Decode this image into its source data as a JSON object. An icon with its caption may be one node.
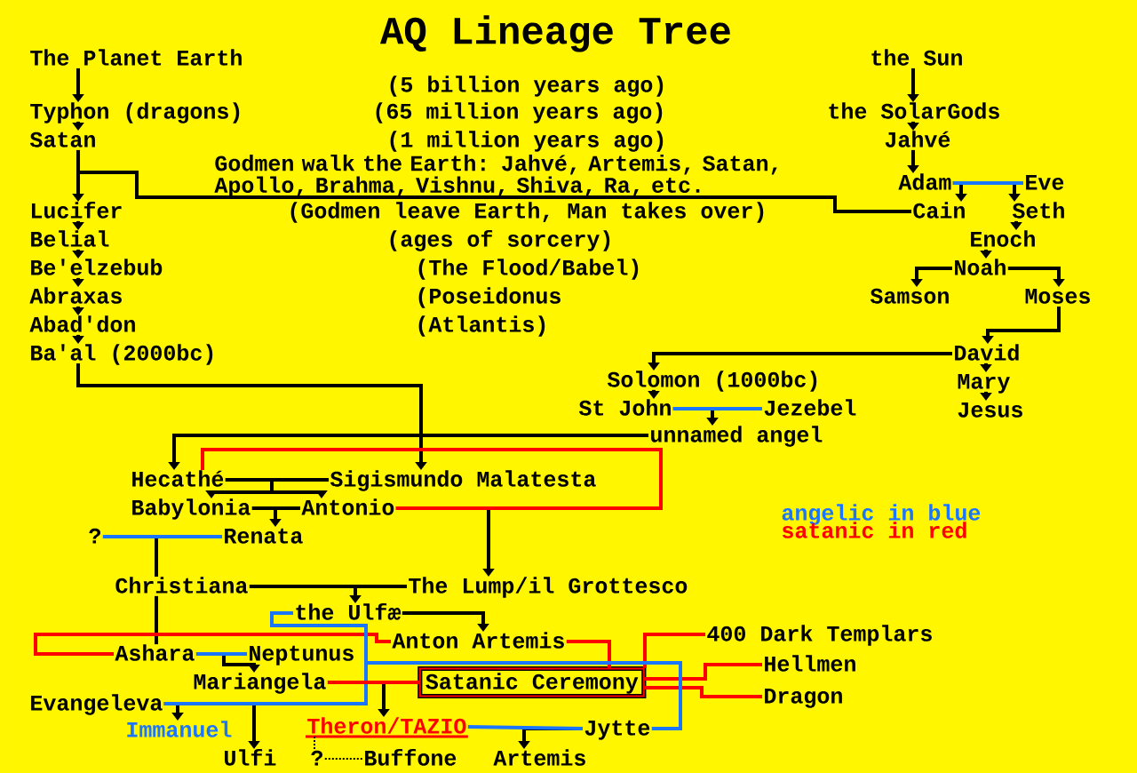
{
  "diagram": {
    "title": "AQ Lineage Tree",
    "nodes": [
      {
        "text": [
          "The Planet Earth"
        ]
      },
      {
        "text": [
          "Typhon (dragons)"
        ]
      },
      {
        "text": [
          "Satan"
        ]
      },
      {
        "text": [
          "Lucifer"
        ]
      },
      {
        "text": [
          "Belial"
        ]
      },
      {
        "text": [
          "Be'elzebub"
        ]
      },
      {
        "text": [
          "Abraxas"
        ]
      },
      {
        "text": [
          "Abad'don"
        ]
      },
      {
        "text": [
          "Ba'al (2000bc)"
        ]
      },
      {
        "text": [
          "the Sun"
        ]
      },
      {
        "text": [
          "the SolarGods"
        ]
      },
      {
        "text": [
          "Jahvé"
        ]
      },
      {
        "text": [
          "Adam"
        ]
      },
      {
        "text": [
          "Eve"
        ]
      },
      {
        "text": [
          "Cain"
        ]
      },
      {
        "text": [
          "Seth"
        ]
      },
      {
        "text": [
          "Enoch"
        ]
      },
      {
        "text": [
          "Noah"
        ]
      },
      {
        "text": [
          "Samson"
        ]
      },
      {
        "text": [
          "Moses"
        ]
      },
      {
        "text": [
          "David"
        ]
      },
      {
        "text": [
          "Mary"
        ]
      },
      {
        "text": [
          "Jesus"
        ]
      },
      {
        "text": [
          "Solomon (1000bc)"
        ]
      },
      {
        "text": [
          "St John"
        ]
      },
      {
        "text": [
          "Jezebel"
        ]
      },
      {
        "text": [
          "unnamed angel"
        ]
      },
      {
        "text": [
          "Hecathé"
        ]
      },
      {
        "text": [
          "Sigismundo Malatesta"
        ]
      },
      {
        "text": [
          "Babylonia"
        ]
      },
      {
        "text": [
          "Antonio"
        ]
      },
      {
        "text": [
          "?"
        ]
      },
      {
        "text": [
          "Renata"
        ]
      },
      {
        "text": [
          "Christiana"
        ]
      },
      {
        "text": [
          "The Lump/il Grottesco"
        ]
      },
      {
        "text": [
          "the Ulfæ"
        ]
      },
      {
        "text": [
          "Anton Artemis"
        ]
      },
      {
        "text": [
          "400 Dark Templars"
        ]
      },
      {
        "text": [
          "Ashara"
        ]
      },
      {
        "text": [
          "Neptunus"
        ]
      },
      {
        "text": [
          "Mariangela"
        ]
      },
      {
        "text": [
          "Satanic Ceremony"
        ]
      },
      {
        "text": [
          "Hellmen"
        ]
      },
      {
        "text": [
          "Evangeleva"
        ]
      },
      {
        "text": [
          "Dragon"
        ]
      },
      {
        "text": [
          "Immanuel"
        ]
      },
      {
        "text": [
          "Theron/TAZIO"
        ]
      },
      {
        "text": [
          "Jytte"
        ]
      },
      {
        "text": [
          "Ulfi"
        ]
      },
      {
        "text": [
          "?"
        ]
      },
      {
        "text": [
          "Buffone"
        ]
      },
      {
        "text": [
          "Artemis"
        ]
      }
    ],
    "edges": [
      {
        "from": 0,
        "to": 1,
        "arrow": "to"
      },
      {
        "from": 1,
        "to": 2,
        "arrow": "to"
      },
      {
        "from": 2,
        "to": 3,
        "arrow": "to"
      },
      {
        "from": 2,
        "to": 14,
        "arrow": "none"
      },
      {
        "from": 3,
        "to": 4,
        "arrow": "to"
      },
      {
        "from": 4,
        "to": 5,
        "arrow": "to"
      },
      {
        "from": 5,
        "to": 6,
        "arrow": "to"
      },
      {
        "from": 6,
        "to": 7,
        "arrow": "to"
      },
      {
        "from": 7,
        "to": 8,
        "arrow": "to"
      },
      {
        "from": 8,
        "to": 28,
        "arrow": "to"
      },
      {
        "from": 9,
        "to": 10,
        "arrow": "to"
      },
      {
        "from": 10,
        "to": 11,
        "arrow": "to"
      },
      {
        "from": 11,
        "to": 12,
        "arrow": "to"
      },
      {
        "from": 12,
        "to": 13,
        "arrow": "none",
        "color": "#1a75ff"
      },
      {
        "from": 12,
        "to": 14,
        "arrow": "to"
      },
      {
        "from": 13,
        "to": 15,
        "arrow": "to"
      },
      {
        "from": 15,
        "to": 16,
        "arrow": "to"
      },
      {
        "from": 16,
        "to": 17,
        "arrow": "to"
      },
      {
        "from": 17,
        "to": 18,
        "arrow": "to"
      },
      {
        "from": 17,
        "to": 19,
        "arrow": "to"
      },
      {
        "from": 19,
        "to": 20,
        "arrow": "to"
      },
      {
        "from": 20,
        "to": 21,
        "arrow": "to"
      },
      {
        "from": 21,
        "to": 22,
        "arrow": "to"
      },
      {
        "from": 20,
        "to": 23,
        "arrow": "to"
      },
      {
        "from": 23,
        "to": 24,
        "arrow": "to"
      },
      {
        "from": 24,
        "to": 25,
        "arrow": "none",
        "color": "#1a75ff"
      },
      {
        "from": 24,
        "to": 26,
        "arrow": "to"
      },
      {
        "from": 26,
        "to": 27,
        "arrow": "to"
      },
      {
        "from": 27,
        "to": 30,
        "arrow": "none",
        "color": "#ff0000"
      },
      {
        "from": 27,
        "to": 28,
        "arrow": "none"
      },
      {
        "from": 27,
        "to": 29,
        "arrow": "to"
      },
      {
        "from": 28,
        "to": 30,
        "arrow": "to"
      },
      {
        "from": 29,
        "to": 30,
        "arrow": "none"
      },
      {
        "from": 29,
        "to": 32,
        "arrow": "to"
      },
      {
        "from": 31,
        "to": 32,
        "arrow": "none",
        "color": "#1a75ff"
      },
      {
        "from": 32,
        "to": 33,
        "arrow": "none"
      },
      {
        "from": 30,
        "to": 34,
        "arrow": "to"
      },
      {
        "from": 33,
        "to": 34,
        "arrow": "none"
      },
      {
        "from": 34,
        "to": 35,
        "arrow": "to"
      },
      {
        "from": 33,
        "to": 38,
        "arrow": "none"
      },
      {
        "from": 38,
        "to": 39,
        "arrow": "none",
        "color": "#1a75ff"
      },
      {
        "from": 39,
        "to": 40,
        "arrow": "to"
      },
      {
        "from": 38,
        "to": 36,
        "arrow": "none",
        "color": "#ff0000"
      },
      {
        "from": 35,
        "to": 36,
        "arrow": "to"
      },
      {
        "from": 35,
        "to": 43,
        "arrow": "none",
        "color": "#1a75ff"
      },
      {
        "from": 43,
        "to": 45,
        "arrow": "to"
      },
      {
        "from": 43,
        "to": 48,
        "arrow": "to"
      },
      {
        "from": 40,
        "to": 41,
        "arrow": "none",
        "color": "#ff0000"
      },
      {
        "from": 41,
        "to": 46,
        "arrow": "to"
      },
      {
        "from": 36,
        "to": 41,
        "arrow": "none",
        "color": "#ff0000"
      },
      {
        "from": 37,
        "to": 41,
        "arrow": "none",
        "color": "#ff0000"
      },
      {
        "from": 41,
        "to": 42,
        "arrow": "none",
        "color": "#ff0000"
      },
      {
        "from": 41,
        "to": 44,
        "arrow": "none",
        "color": "#ff0000"
      },
      {
        "from": 46,
        "to": 47,
        "arrow": "none",
        "color": "#1a75ff"
      },
      {
        "from": 47,
        "to": 51,
        "arrow": "to"
      },
      {
        "from": 35,
        "to": 47,
        "arrow": "none",
        "color": "#1a75ff"
      },
      {
        "from": 46,
        "to": 49,
        "arrow": "none",
        "style": "dashed"
      },
      {
        "from": 49,
        "to": 50,
        "arrow": "none",
        "style": "dashed"
      }
    ],
    "labels": [
      "(5 billion years ago)",
      "(65 million years ago)",
      "(1 million years ago)",
      "Godmen walk the Earth: Jahvé, Artemis, Satan, Apollo, Brahma, Vishnu, Shiva, Ra, etc.",
      "(Godmen leave Earth, Man takes over)",
      "(ages of sorcery)",
      "(The Flood/Babel)",
      "(Poseidonus",
      "(Atlantis)"
    ],
    "legend": [
      {
        "text": "angelic in blue",
        "color": "#1a75ff"
      },
      {
        "text": "satanic in red",
        "color": "#ff0000"
      }
    ]
  }
}
